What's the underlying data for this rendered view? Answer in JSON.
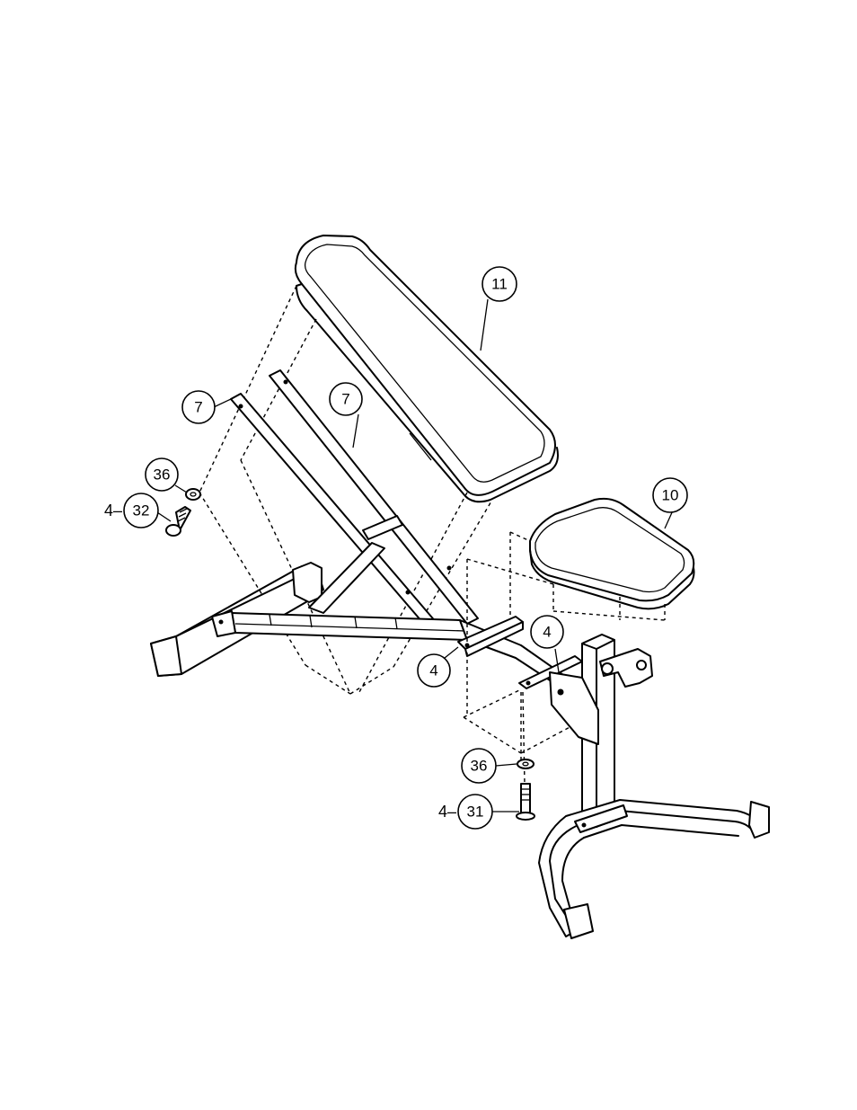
{
  "callouts": {
    "backrest": "11",
    "seat": "10",
    "tube_left": "7",
    "tube_right": "7",
    "bracket_lower": "4",
    "bracket_upper": "4",
    "washer_left": "36",
    "washer_bottom": "36",
    "bolt_left": "32",
    "bolt_bottom": "31"
  },
  "quantities": {
    "bolt_left": "4–",
    "bolt_bottom": "4–"
  }
}
